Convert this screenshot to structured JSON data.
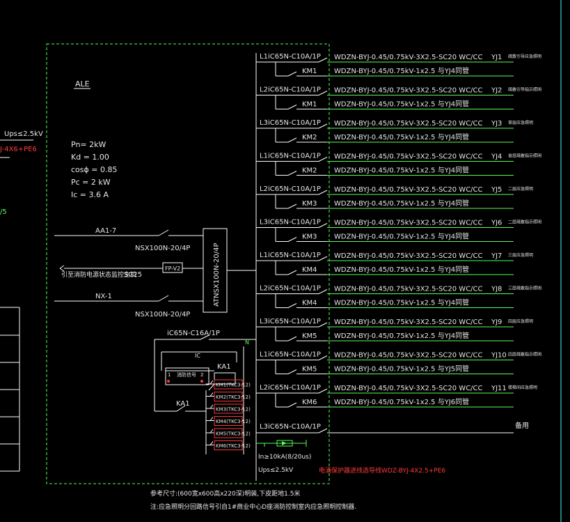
{
  "panel": {
    "name": "ALE",
    "params": [
      "Pn= 2kW",
      "Kd = 1.00",
      "cosϕ = 0.85",
      "Pc = 2 kW",
      "Ic = 3.6 A"
    ]
  },
  "left_edge": {
    "ups_label": "Ups≤2.5kV",
    "red_text": "J-4X6+PE6",
    "green_text": "/5"
  },
  "incoming": {
    "aa1": "AA1-7",
    "nx1": "NX-1",
    "breaker1": "NSX100N-20/4P",
    "breaker2": "NSX100N-20/4P",
    "fire_signal": "引至消防电源状态监控主机",
    "fire_conduit": "SC25",
    "fp_box": "FP-V2",
    "atse": "ATNSX100N-20/4P"
  },
  "control": {
    "breaker": "iC65N-C16A/1P",
    "n_label": "N",
    "ic_label": "IC",
    "ka1_top": "KA1",
    "ka1_coil": "KA1",
    "fire_contact": "消防信号",
    "terminal_1": "1",
    "terminal_2": "2",
    "km_list": [
      "KM1(TKC3-12)",
      "KM2(TKC3-12)",
      "KM3(TKC3-12)",
      "KM4(TKC3-12)",
      "KM5(TKC3-12)",
      "KM6(TKC3-12)"
    ]
  },
  "circuits": [
    {
      "phase": "L1",
      "breaker": "iC65N-C10A/1P",
      "cable": "WDZN-BYJ-0.45/0.75kV-3X2.5-SC20  WC/CC",
      "id": "YJ1",
      "desc": "疏散引导应急照明",
      "km": "KM1",
      "km_cable": "WDZN-BYJ-0.45/0.75kV-1x2.5  与YJ4同管"
    },
    {
      "phase": "L2",
      "breaker": "iC65N-C10A/1P",
      "cable": "WDZN-BYJ-0.45/0.75kV-3X2.5-SC20  WC/CC",
      "id": "YJ2",
      "desc": "疏散引导指示照明",
      "km": "KM1",
      "km_cable": "WDZN-BYJ-0.45/0.75kV-1x2.5  与YJ4同管"
    },
    {
      "phase": "L3",
      "breaker": "iC65N-C10A/1P",
      "cable": "WDZN-BYJ-0.45/0.75kV-3X2.5-SC20  WC/CC",
      "id": "YJ3",
      "desc": "首层应急照明",
      "km": "KM2",
      "km_cable": "WDZN-BYJ-0.45/0.75kV-1x2.5  与YJ4同管"
    },
    {
      "phase": "L1",
      "breaker": "iC65N-C10A/1P",
      "cable": "WDZN-BYJ-0.45/0.75kV-3X2.5-SC20  WC/CC",
      "id": "YJ4",
      "desc": "首层疏散指示照明",
      "km": "KM2",
      "km_cable": "WDZN-BYJ-0.45/0.75kV-1x2.5  与YJ4同管"
    },
    {
      "phase": "L2",
      "breaker": "iC65N-C10A/1P",
      "cable": "WDZN-BYJ-0.45/0.75kV-3X2.5-SC20  WC/CC",
      "id": "YJ5",
      "desc": "二层应急照明",
      "km": "KM3",
      "km_cable": "WDZN-BYJ-0.45/0.75kV-1x2.5  与YJ4同管"
    },
    {
      "phase": "L3",
      "breaker": "iC65N-C10A/1P",
      "cable": "WDZN-BYJ-0.45/0.75kV-3X2.5-SC20  WC/CC",
      "id": "YJ6",
      "desc": "二层疏散指示照明",
      "km": "KM3",
      "km_cable": "WDZN-BYJ-0.45/0.75kV-1x2.5  与YJ4同管"
    },
    {
      "phase": "L1",
      "breaker": "iC65N-C10A/1P",
      "cable": "WDZN-BYJ-0.45/0.75kV-3X2.5-SC20  WC/CC",
      "id": "YJ7",
      "desc": "三层应急照明",
      "km": "KM4",
      "km_cable": "WDZN-BYJ-0.45/0.75kV-1x2.5  与YJ4同管"
    },
    {
      "phase": "L2",
      "breaker": "iC65N-C10A/1P",
      "cable": "WDZN-BYJ-0.45/0.75kV-3X2.5-SC20  WC/CC",
      "id": "YJ8",
      "desc": "三层疏散指示照明",
      "km": "KM4",
      "km_cable": "WDZN-BYJ-0.45/0.75kV-1x2.5  与YJ4同管"
    },
    {
      "phase": "L3",
      "breaker": "iC65N-C10A/1P",
      "cable": "WDZN-BYJ-0.45/0.75kV-3X2.5-SC20  WC/CC",
      "id": "YJ9",
      "desc": "四层应急照明",
      "km": "KM5",
      "km_cable": "WDZN-BYJ-0.45/0.75kV-1x2.5  与YJ4同管"
    },
    {
      "phase": "L1",
      "breaker": "iC65N-C10A/1P",
      "cable": "WDZN-BYJ-0.45/0.75kV-3X2.5-SC20  WC/CC",
      "id": "YJ10",
      "desc": "四层疏散指示照明",
      "km": "KM5",
      "km_cable": "WDZN-BYJ-0.45/0.75kV-1x2.5  与YJ5同管"
    },
    {
      "phase": "L2",
      "breaker": "iC65N-C10A/1P",
      "cable": "WDZN-BYJ-0.45/0.75kV-3X2.5-SC20  WC/CC",
      "id": "YJ11",
      "desc": "楼梯间应急照明",
      "km": "KM6",
      "km_cable": "WDZN-BYJ-0.45/0.75kV-1x2.5  与YJ6同管"
    }
  ],
  "spare": {
    "phase": "L3",
    "breaker": "iC65N-C10A/1P",
    "label": "备用"
  },
  "spd": {
    "label": "In≥10kA(8/20us)",
    "ups": "Ups≤2.5kV"
  },
  "spd_cable": "电涌保护器进线选导线WDZ-BYJ-4X2.5+PE6",
  "notes": [
    "参考尺寸:(600宽x600高x220深)明装,下皮距地1.5米",
    "注:应急照明分回路信号引自1#商业中心D座消防控制室内应急照明控制器."
  ],
  "colors": {
    "wire": "#ffffff",
    "green": "#59ff59",
    "red": "#ff3b3b",
    "cyan_edge": "#2aa8a8"
  }
}
